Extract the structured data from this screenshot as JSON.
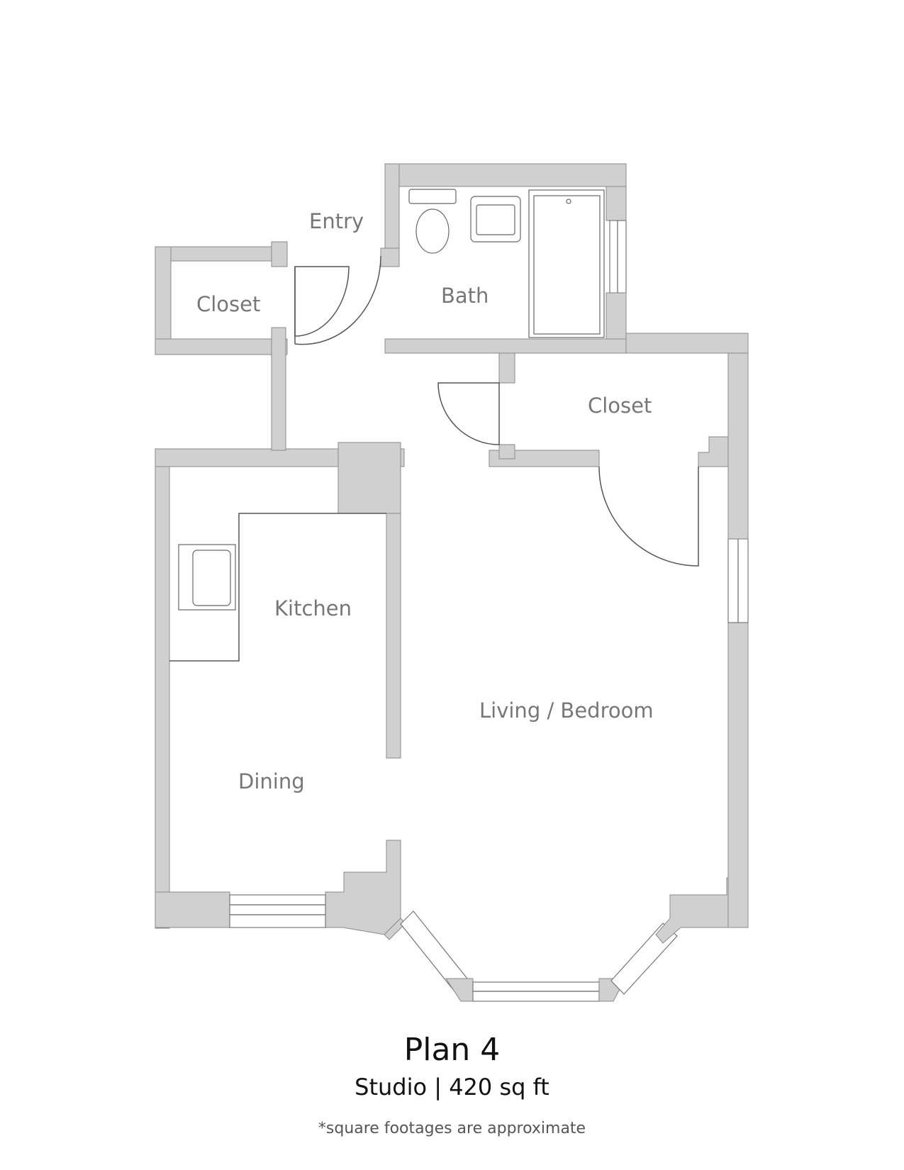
{
  "rooms": {
    "entry": "Entry",
    "closet_left": "Closet",
    "bath": "Bath",
    "closet_right": "Closet",
    "kitchen": "Kitchen",
    "living_bedroom": "Living / Bedroom",
    "dining": "Dining"
  },
  "caption": {
    "title": "Plan 4",
    "subtitle": "Studio | 420 sq ft",
    "note": "*square footages are approximate"
  }
}
